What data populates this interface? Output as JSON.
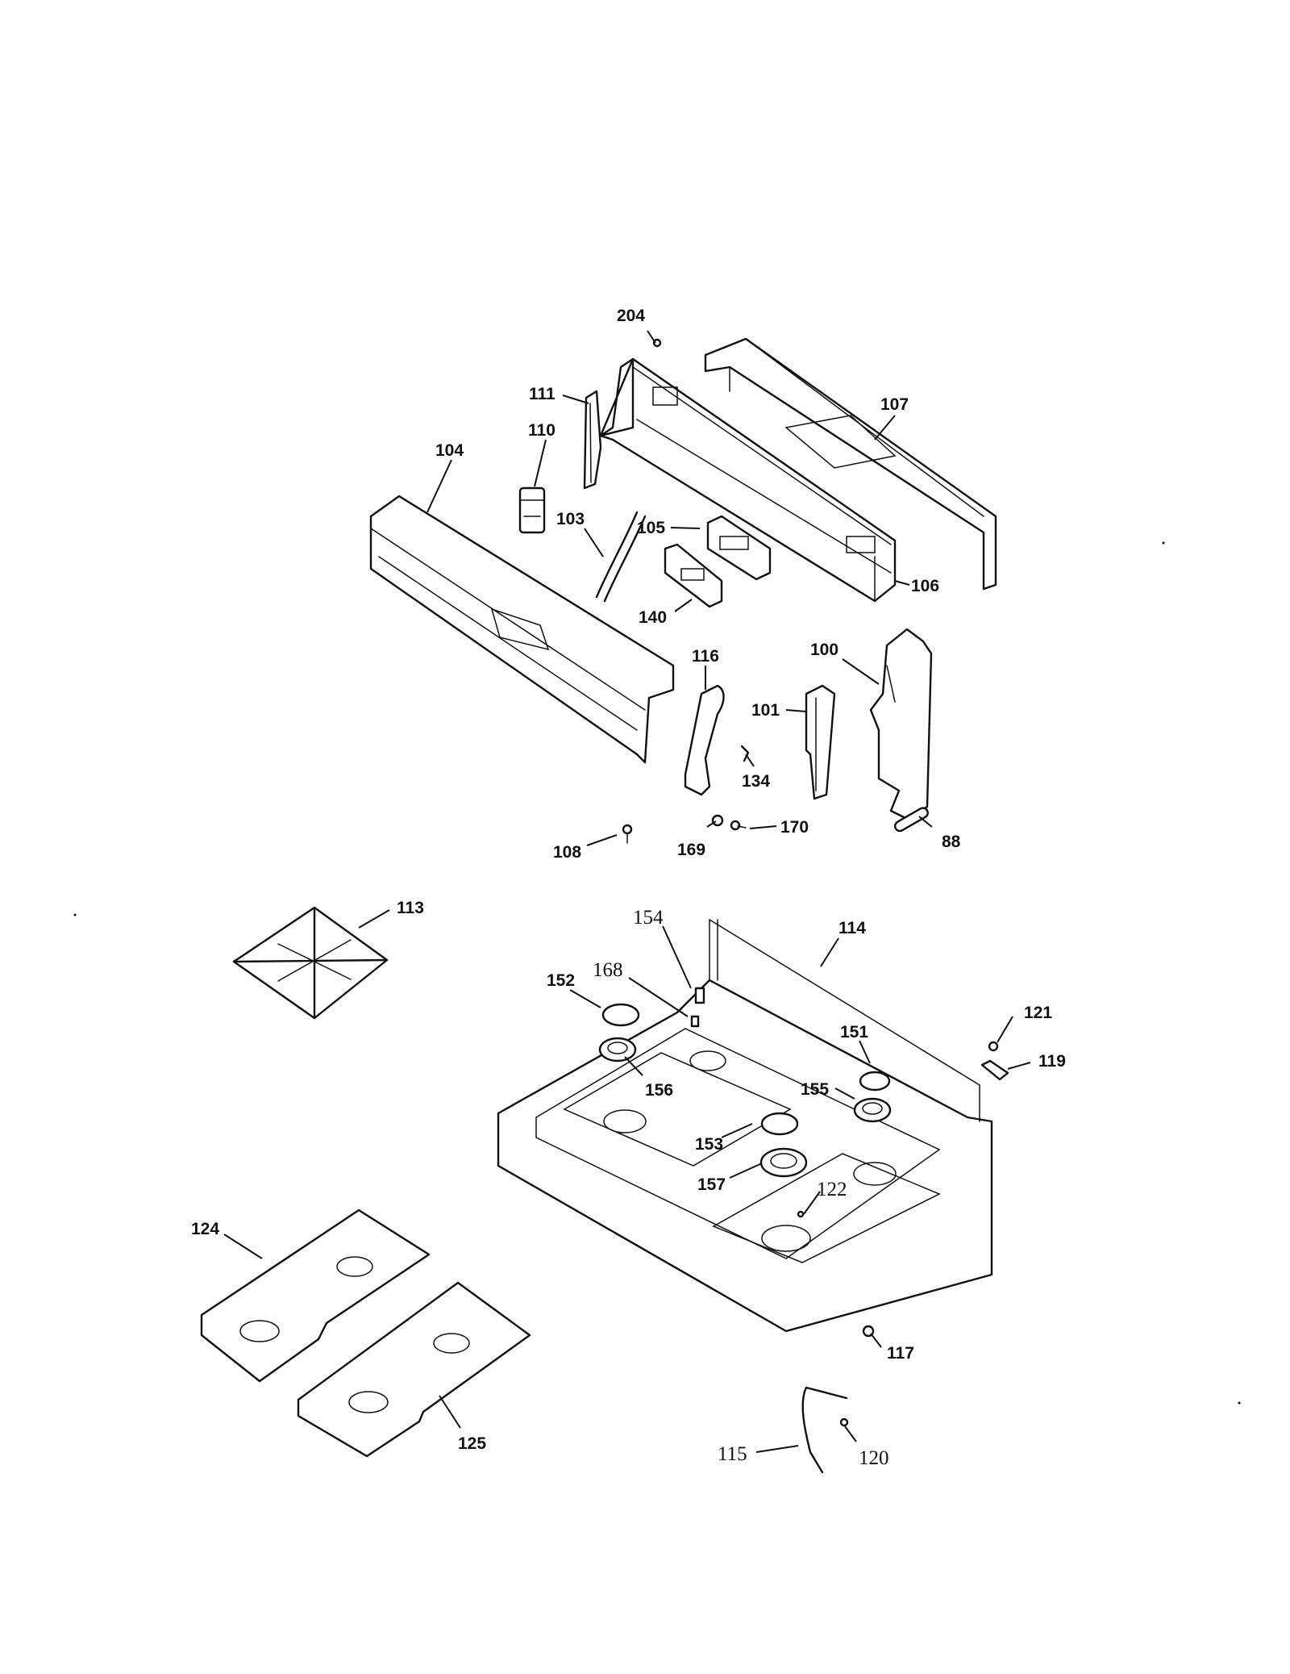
{
  "callouts": {
    "c204": "204",
    "c111": "111",
    "c107": "107",
    "c110": "110",
    "c104": "104",
    "c103": "103",
    "c105": "105",
    "c106": "106",
    "c140": "140",
    "c100": "100",
    "c116": "116",
    "c101": "101",
    "c134": "134",
    "c108": "108",
    "c169": "169",
    "c170": "170",
    "c88": "88",
    "c113": "113",
    "c154": "154",
    "c114": "114",
    "c168": "168",
    "c152": "152",
    "c121": "121",
    "c151": "151",
    "c119": "119",
    "c156": "156",
    "c155": "155",
    "c153": "153",
    "c157": "157",
    "c122": "122",
    "c124": "124",
    "c117": "117",
    "c125": "125",
    "c115": "115",
    "c120": "120"
  }
}
